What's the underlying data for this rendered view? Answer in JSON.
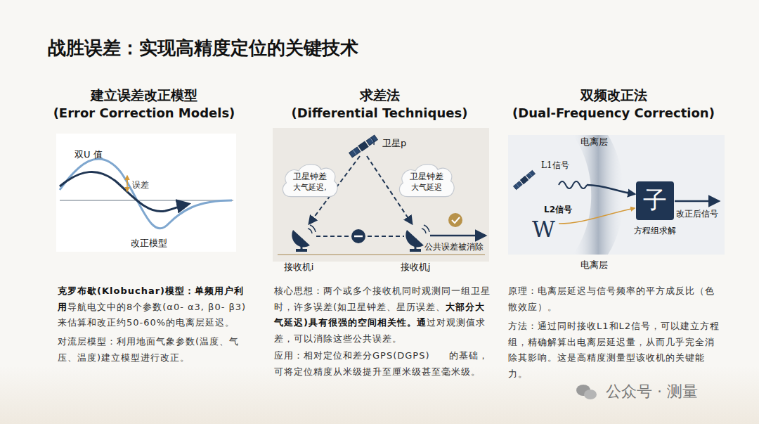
{
  "diagram": {
    "title": "战胜误差：实现高精度定位的关键技术",
    "nodes": [
      {
        "text": [
          "卫星钟差",
          "大气延迟,"
        ]
      },
      {
        "text": [
          "卫星钟差",
          "大气延迟"
        ]
      },
      {
        "text": [
          "子",
          "方程组求解"
        ]
      }
    ],
    "labels": [
      "建立误差改正模型",
      "(Error Correction Models)",
      "求差法",
      "(Differential Techniques)",
      "双频改正法",
      "(Dual-Frequency Correction)",
      "双U 值",
      "误差",
      "改正模型",
      "卫星p",
      "接收机i",
      "接收机j",
      "公共误差被消除",
      "电离层",
      "L1信号",
      "L2信号",
      "W",
      "改正后信号",
      "电离层",
      "克罗布歇(Klobuchar)模型：单频用户利用",
      "导航电文中的8个参数(α0- α3, β0- β3)来估算和改正约50-60%的电离层延迟。",
      "对流层模型：利用地面气象参数(温度、气压、温度)建立模型进行改正。",
      "核心思想：两个或多个接收机同时观测同一组卫星时，许多误差(如卫星钟差、星历误差、",
      "大部分大气延迟)具有很强的空间相关性。通",
      "过对观测值求差，可以消除这些公共误差。",
      "应用：相对定位和差分GPS(DGPS)　　的基础，可将定位精度从米级提升至厘米级甚至毫米级。",
      "原理：电离层延迟与信号频率的平方成反比（色散效应）。",
      "方法：通过同时接收L1和L2信号，可以建立方程组，精确解算出电离层延迟量，从而几乎完全消除其影响。这是高精度测量型该收机的关键能力。",
      "公众号 · 测量"
    ]
  }
}
